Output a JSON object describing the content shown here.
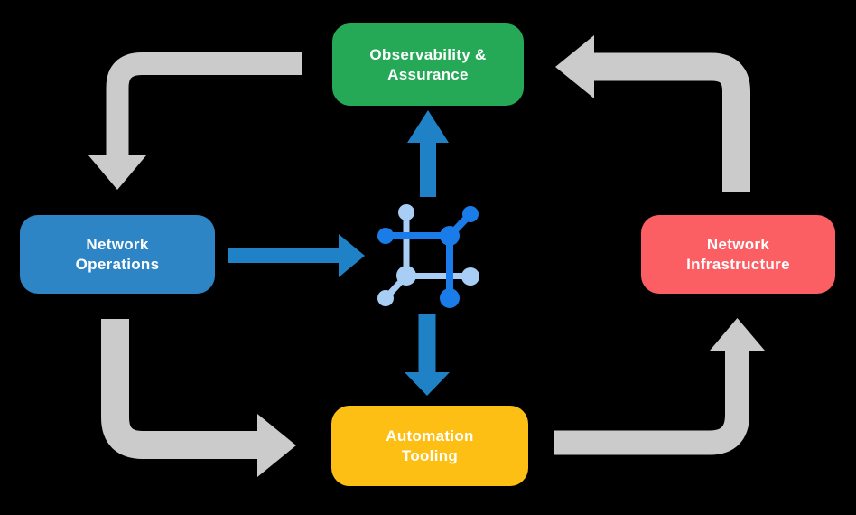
{
  "title": "Network automation lifecycle diagram",
  "colors": {
    "background": "#000000",
    "green": "#25a957",
    "blue": "#2d85c5",
    "red": "#fb5e63",
    "yellow": "#fdbf13",
    "gray_arrow": "#cbcbcb",
    "blue_arrow": "#1f82c6",
    "icon_dark_blue": "#1a7ce8",
    "icon_light_blue": "#a9cef5",
    "label_text": "#ffffff"
  },
  "nodes": {
    "observability": {
      "label": "Observability &\nAssurance",
      "color": "#25a957"
    },
    "operations": {
      "label": "Network\nOperations",
      "color": "#2d85c5"
    },
    "infrastructure": {
      "label": "Network\nInfrastructure",
      "color": "#fb5e63"
    },
    "automation": {
      "label": "Automation\nTooling",
      "color": "#fdbf13"
    }
  },
  "center_icon": "network-nodes-square-icon",
  "flows": [
    {
      "from": "Observability & Assurance",
      "to": "Network Operations",
      "style": "gray"
    },
    {
      "from": "Network Infrastructure",
      "to": "Observability & Assurance",
      "style": "gray"
    },
    {
      "from": "Network Operations",
      "to": "Automation Tooling",
      "style": "gray"
    },
    {
      "from": "Automation Tooling",
      "to": "Network Infrastructure",
      "style": "gray"
    },
    {
      "from": "Network Operations",
      "to": "center-icon",
      "style": "blue"
    },
    {
      "from": "center-icon",
      "to": "Observability & Assurance",
      "style": "blue"
    },
    {
      "from": "center-icon",
      "to": "Automation Tooling",
      "style": "blue"
    }
  ]
}
